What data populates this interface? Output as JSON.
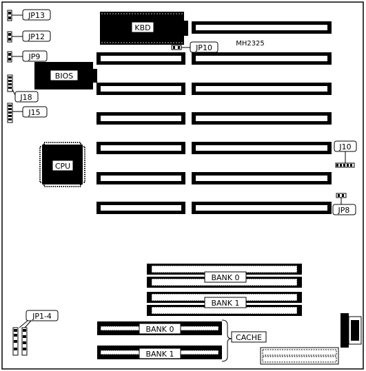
{
  "board": {
    "model": "MH2325",
    "colors": {
      "ink": "#000000",
      "paper": "#ffffff"
    }
  },
  "components": {
    "kbd": "KBD",
    "bios": "BIOS",
    "cpu": "CPU",
    "cache": "CACHE"
  },
  "jumpers": {
    "jp13": "JP13",
    "jp12": "JP12",
    "jp9": "JP9",
    "jp10": "JP10",
    "j18": "J18",
    "j15": "J15",
    "j10": "J10",
    "jp8": "JP8",
    "jp1_4": "JP1-4"
  },
  "memory": {
    "simm_bank0": "BANK 0",
    "simm_bank1": "BANK 1",
    "cache_bank0": "BANK 0",
    "cache_bank1": "BANK 1"
  }
}
